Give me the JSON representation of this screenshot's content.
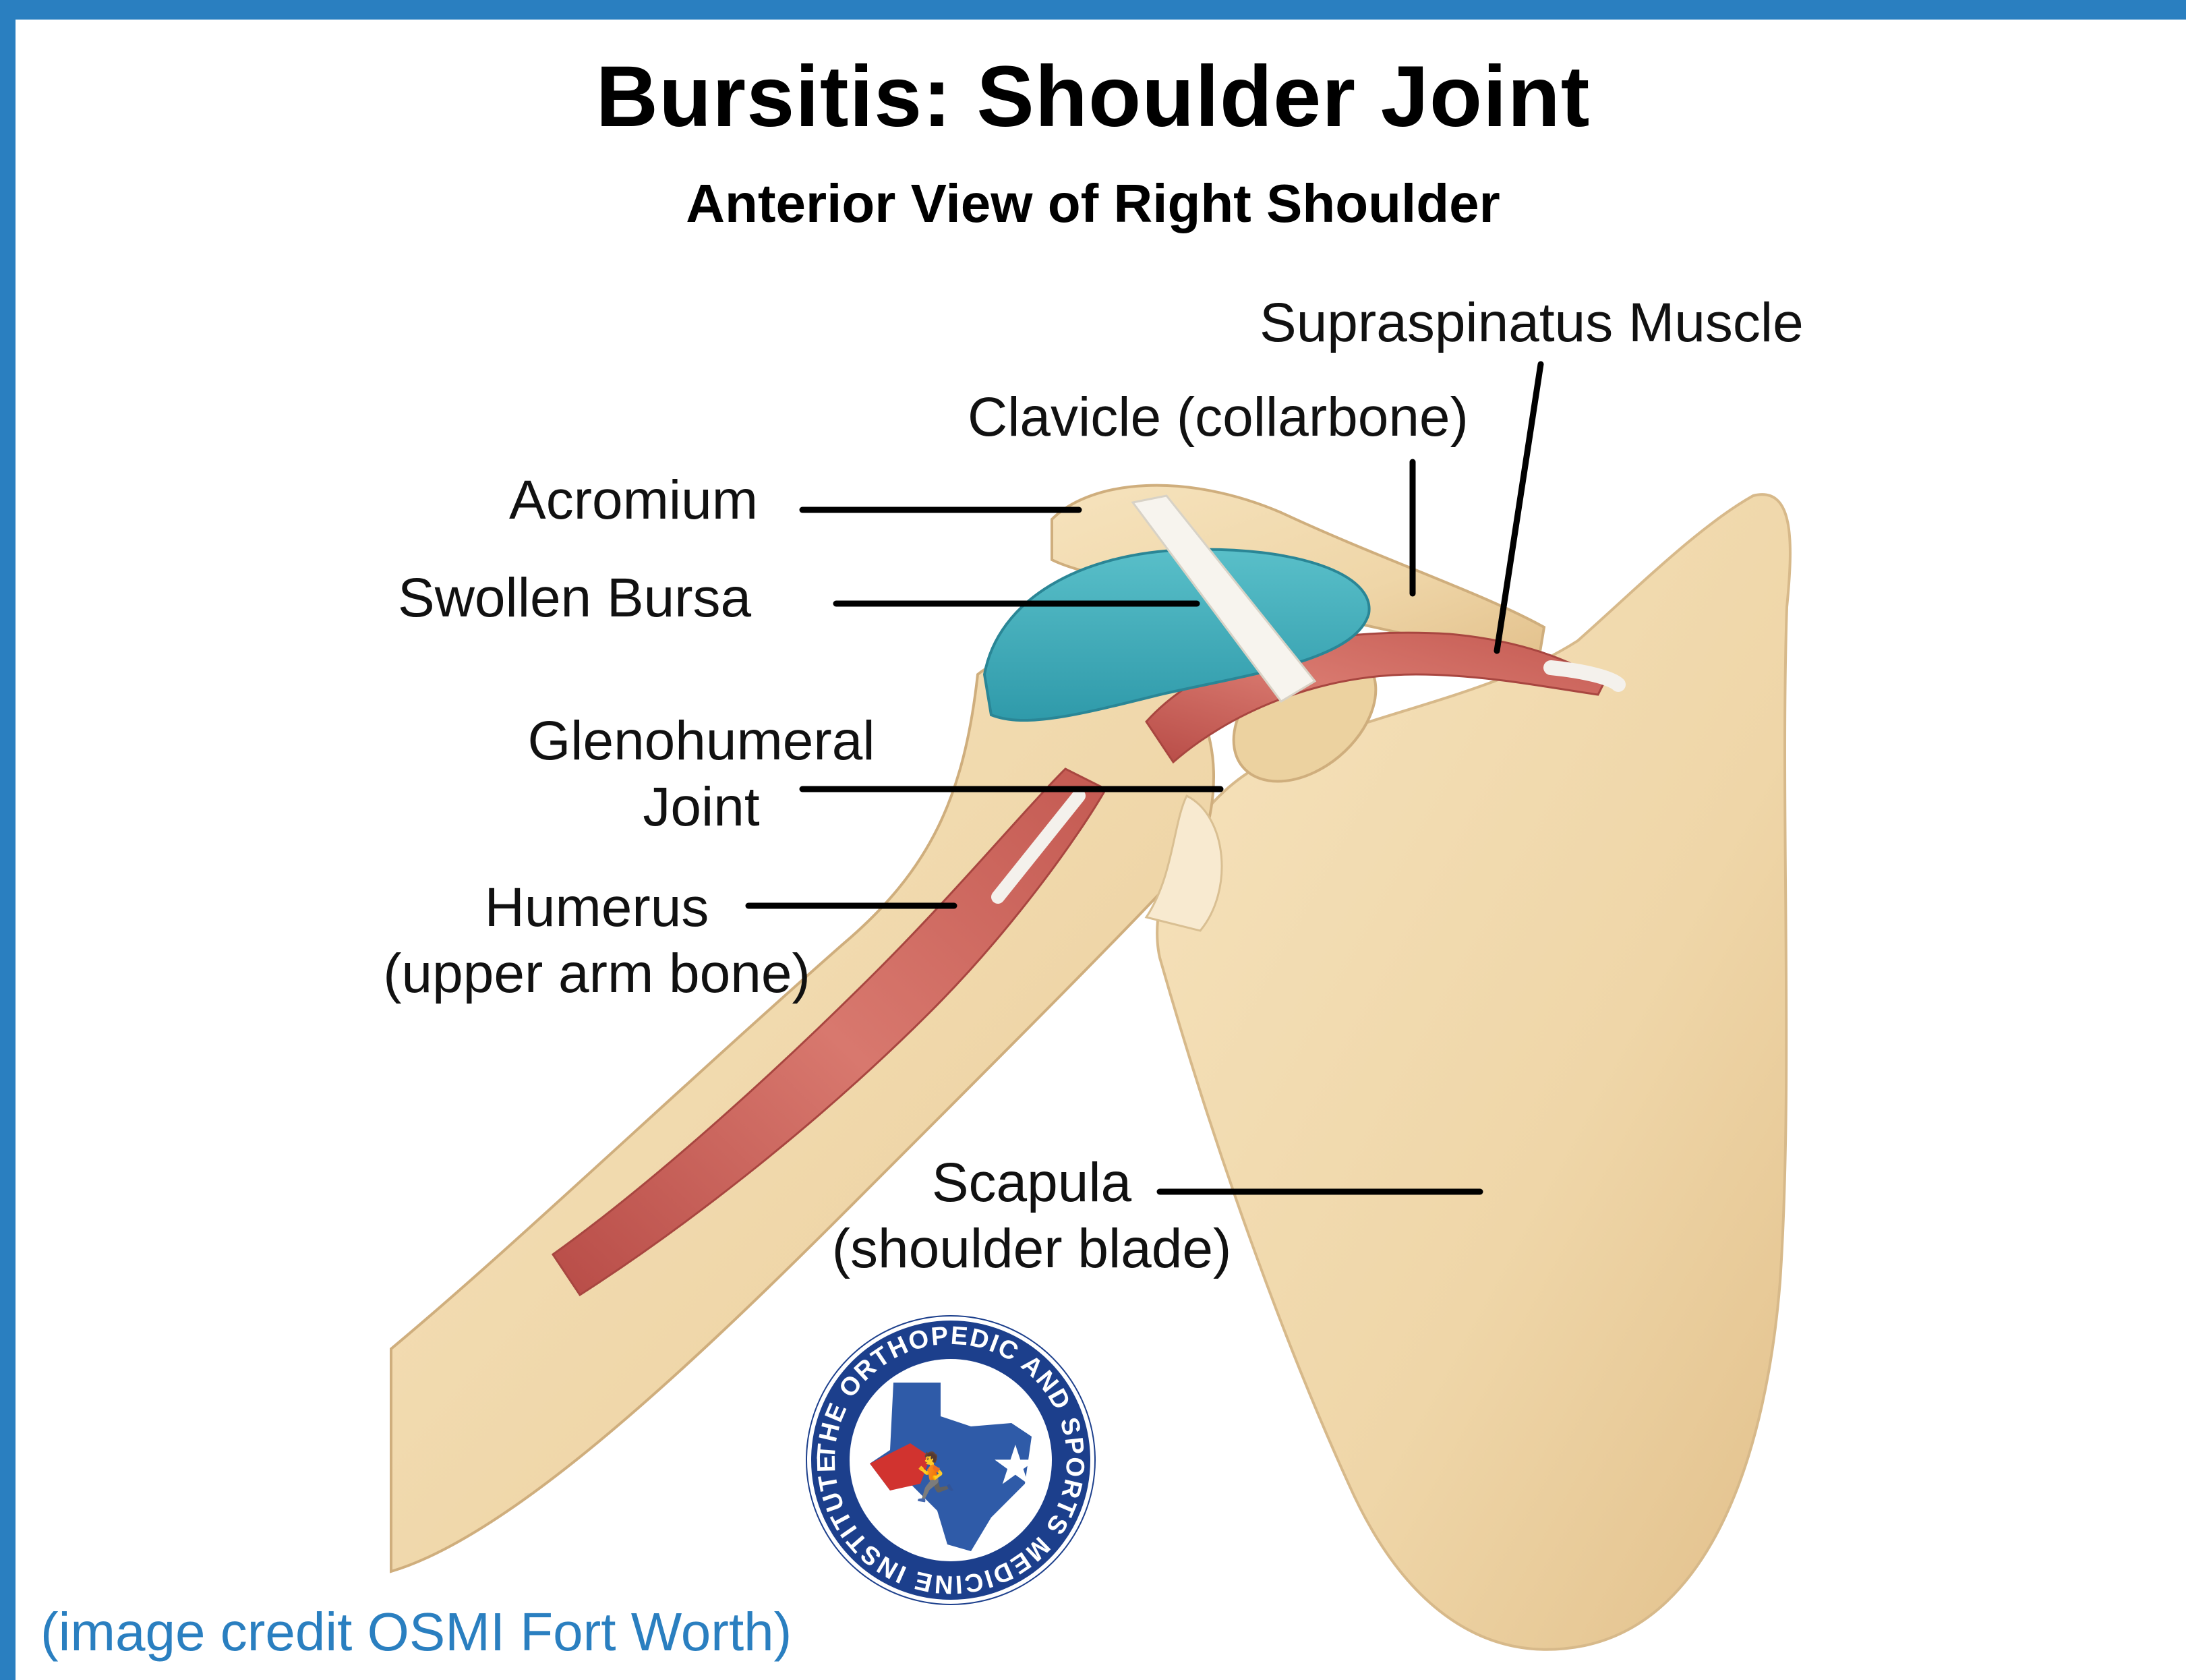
{
  "title": "Bursitis: Shoulder Joint",
  "subtitle": "Anterior View of Right Shoulder",
  "labels": {
    "supraspinatus": "Supraspinatus Muscle",
    "clavicle": "Clavicle (collarbone)",
    "acromium": "Acromium",
    "bursa": "Swollen Bursa",
    "glenohumeral_1": "Glenohumeral",
    "glenohumeral_2": "Joint",
    "humerus_1": "Humerus",
    "humerus_2": "(upper arm bone)",
    "scapula_1": "Scapula",
    "scapula_2": "(shoulder blade)"
  },
  "logo": {
    "ring_text": "THE ORTHOPEDIC AND SPORTS MEDICINE INSTITUTE",
    "colors": {
      "ring": "#1c3f8c",
      "inner": "#2f5ba8",
      "accent": "#d1332f"
    }
  },
  "credit": "(image credit OSMI Fort Worth)",
  "colors": {
    "frame": "#2a7fc0",
    "bone": "#efd6a8",
    "muscle": "#c9645d",
    "bursa": "#3fa7b5"
  }
}
